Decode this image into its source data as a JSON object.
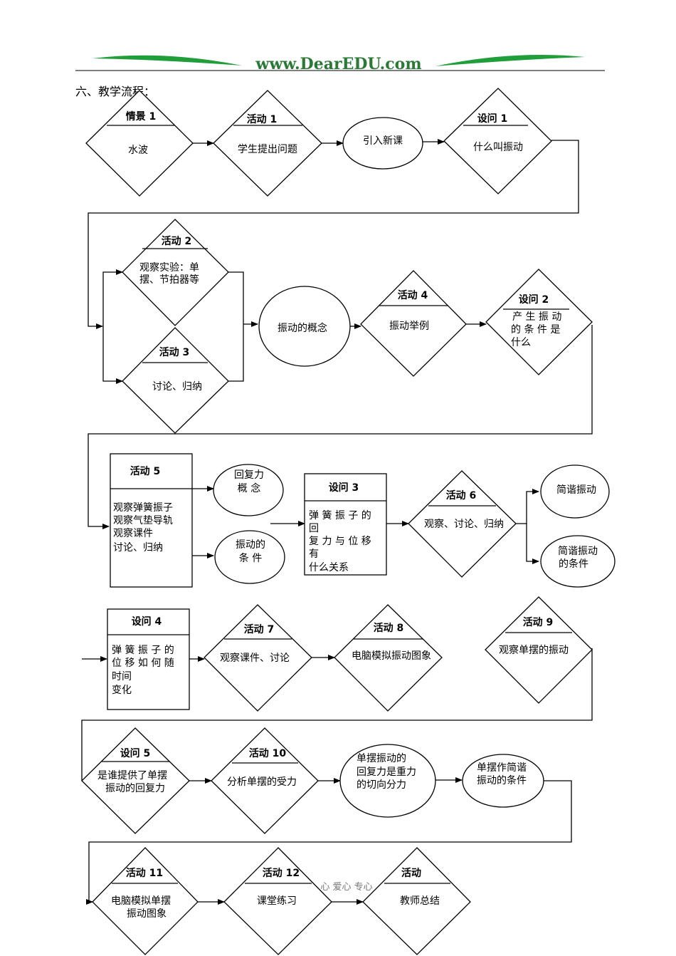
{
  "header": {
    "site": "www.DearEDU.com",
    "colors": {
      "swoosh": "#1f9e3a",
      "title": "#2a7a36"
    }
  },
  "section_title": "六、教学流程：",
  "watermark": "心 爱心 专心",
  "nodes": {
    "n1": {
      "title": "情景 1",
      "lines": [
        "水波"
      ]
    },
    "n2": {
      "title": "活动 1",
      "lines": [
        "学生提出问题"
      ]
    },
    "n3": {
      "lines": [
        "引入新课"
      ]
    },
    "n4": {
      "title": "设问 1",
      "lines": [
        "什么叫振动"
      ]
    },
    "n5": {
      "title": "活动 2",
      "lines": [
        "观察实验：单",
        "摆、节拍器等"
      ]
    },
    "n6": {
      "title": "活动 3",
      "lines": [
        "讨论、归纳"
      ]
    },
    "n7": {
      "lines": [
        "振动的概念"
      ]
    },
    "n8": {
      "title": "活动 4",
      "lines": [
        "振动举例"
      ]
    },
    "n9": {
      "title": "设问 2",
      "lines": [
        "产 生 振 动",
        "的 条 件 是",
        "什么"
      ]
    },
    "n10": {
      "title": "活动 5",
      "lines": [
        "观察弹簧振子",
        "观察气垫导轨",
        "观察课件",
        "讨论、归纳"
      ]
    },
    "n11": {
      "lines": [
        "回复力",
        "概   念"
      ]
    },
    "n12": {
      "lines": [
        "振动的",
        "条   件"
      ]
    },
    "n13": {
      "title": "设问 3",
      "lines": [
        "弹 簧 振 子 的",
        "回",
        "复 力 与 位 移",
        "有",
        "什么关系"
      ]
    },
    "n14": {
      "title": "活动 6",
      "lines": [
        "观察、讨论、归纳"
      ]
    },
    "n15": {
      "lines": [
        "简谐振动"
      ]
    },
    "n16": {
      "lines": [
        "简谐振动",
        "的条件"
      ]
    },
    "n17": {
      "title": "设问 4",
      "lines": [
        "弹 簧 振 子 的",
        "位 移 如 何 随",
        "时间",
        "变化"
      ]
    },
    "n18": {
      "title": "活动 7",
      "lines": [
        "观察课件、讨论"
      ]
    },
    "n19": {
      "title": "活动 8",
      "lines": [
        "电脑模拟振动图象"
      ]
    },
    "n20": {
      "title": "活动 9",
      "lines": [
        "观察单摆的振动"
      ]
    },
    "n21": {
      "title": "设问 5",
      "lines": [
        "是谁提供了单摆",
        "振动的回复力"
      ]
    },
    "n22": {
      "title": "活动 10",
      "lines": [
        "分析单摆的受力"
      ]
    },
    "n23": {
      "lines": [
        "单摆振动的",
        "回复力是重力",
        "的切向分力"
      ]
    },
    "n24": {
      "lines": [
        "单摆作简谐",
        "振动的条件"
      ]
    },
    "n25": {
      "title": "活动 11",
      "lines": [
        "电脑模拟单摆",
        "振动图象"
      ]
    },
    "n26": {
      "title": "活动 12",
      "lines": [
        "课堂练习"
      ]
    },
    "n27": {
      "title": "活动",
      "lines": [
        "教师总结"
      ]
    }
  }
}
